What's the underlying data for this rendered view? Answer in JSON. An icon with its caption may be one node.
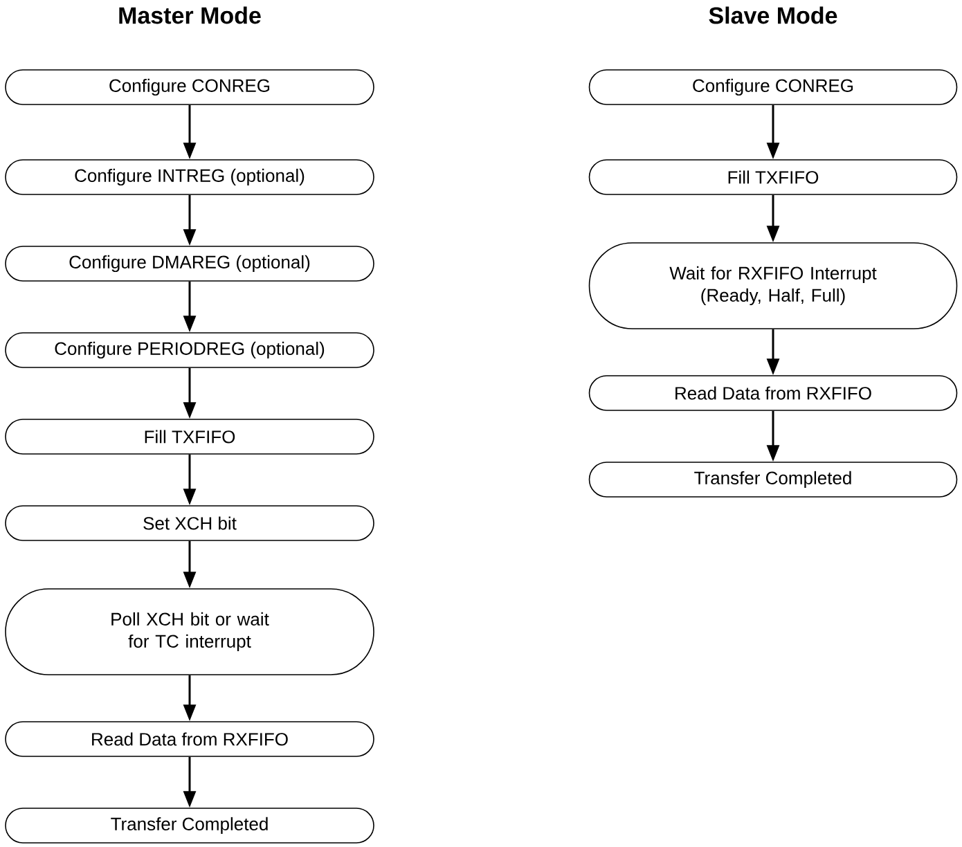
{
  "diagram": {
    "nodes": [
      {
        "text": [
          "Configure CONREG"
        ]
      },
      {
        "text": [
          "Configure INTREG (optional)"
        ]
      },
      {
        "text": [
          "Configure DMAREG (optional)"
        ]
      },
      {
        "text": [
          "Configure PERIODREG (optional)"
        ]
      },
      {
        "text": [
          "Fill TXFIFO"
        ]
      },
      {
        "text": [
          "Set XCH bit"
        ]
      },
      {
        "text": [
          "Poll XCH bit or wait for TC interrupt"
        ]
      },
      {
        "text": [
          "Read Data from RXFIFO"
        ]
      },
      {
        "text": [
          "Transfer Completed"
        ]
      },
      {
        "text": [
          "Configure CONREG"
        ]
      },
      {
        "text": [
          "Fill TXFIFO"
        ]
      },
      {
        "text": [
          "Wait for RXFIFO Interrupt (Ready, Half, Full)"
        ]
      },
      {
        "text": [
          "Read Data from RXFIFO"
        ]
      },
      {
        "text": [
          "Transfer Completed"
        ]
      }
    ],
    "edges": [
      {
        "from": 0,
        "to": 1,
        "arrow": "to"
      },
      {
        "from": 1,
        "to": 2,
        "arrow": "to"
      },
      {
        "from": 2,
        "to": 3,
        "arrow": "to"
      },
      {
        "from": 3,
        "to": 4,
        "arrow": "to"
      },
      {
        "from": 4,
        "to": 5,
        "arrow": "to"
      },
      {
        "from": 5,
        "to": 6,
        "arrow": "to"
      },
      {
        "from": 6,
        "to": 7,
        "arrow": "to"
      },
      {
        "from": 7,
        "to": 8,
        "arrow": "to"
      },
      {
        "from": 9,
        "to": 10,
        "arrow": "to"
      },
      {
        "from": 10,
        "to": 11,
        "arrow": "to"
      },
      {
        "from": 11,
        "to": 12,
        "arrow": "to"
      },
      {
        "from": 12,
        "to": 13,
        "arrow": "to"
      }
    ],
    "labels": [
      "Master Mode",
      "Slave Mode"
    ]
  }
}
